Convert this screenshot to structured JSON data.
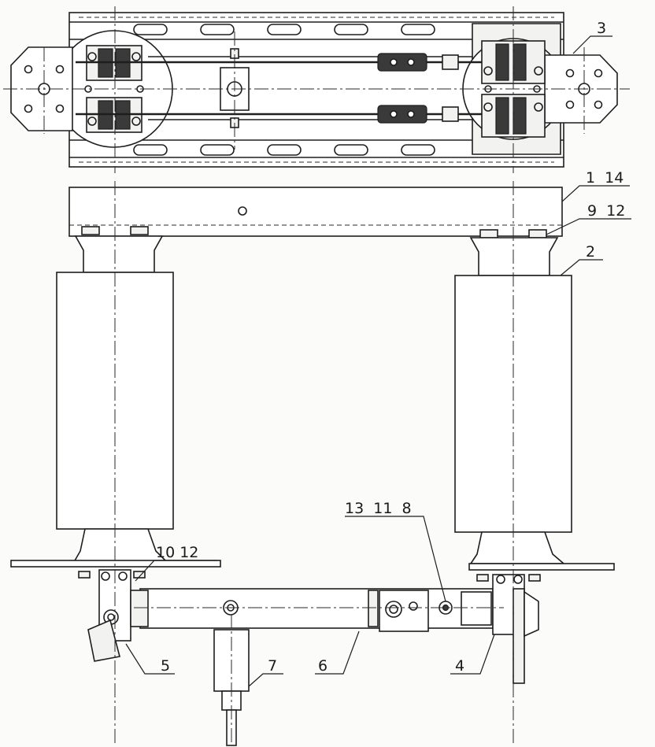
{
  "labels": {
    "l3": "3",
    "l1_14": "1  14",
    "l9_12": "9  12",
    "l2": "2",
    "l13_11_8": "13  11  8",
    "l10_12": "10 12",
    "l5": "5",
    "l6": "6",
    "l7": "7",
    "l4": "4"
  }
}
